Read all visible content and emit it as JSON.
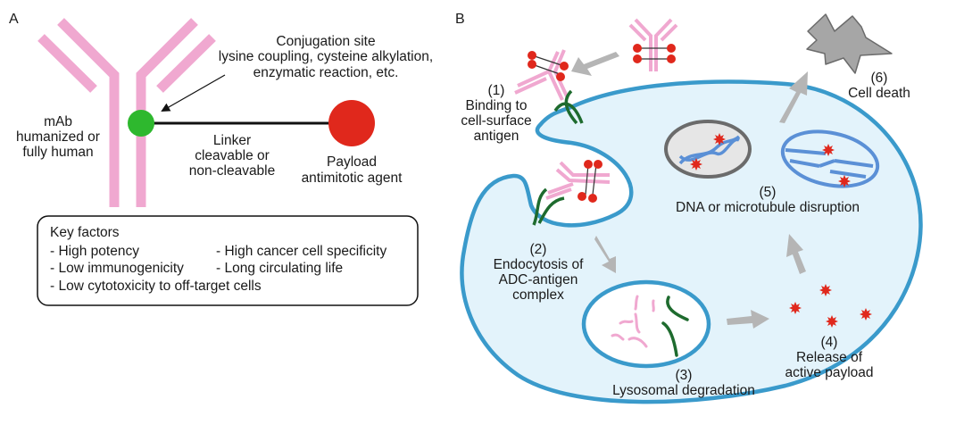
{
  "panel_a": {
    "label": "A",
    "conjugation": {
      "title": "Conjugation site",
      "line1": "lysine coupling, cysteine alkylation,",
      "line2": "enzymatic reaction, etc."
    },
    "mab": {
      "line1": "mAb",
      "line2": "humanized or",
      "line3": "fully human"
    },
    "linker": {
      "line1": "Linker",
      "line2": "cleavable or",
      "line3": "non-cleavable"
    },
    "payload": {
      "line1": "Payload",
      "line2": "antimitotic agent"
    },
    "key_factors": {
      "title": "Key factors",
      "items": [
        "- High potency",
        "- High cancer cell specificity",
        "- Low immunogenicity",
        "- Long circulating life",
        "- Low cytotoxicity to off-target cells"
      ]
    }
  },
  "panel_b": {
    "label": "B",
    "steps": [
      {
        "num": "(1)",
        "lines": [
          "Binding to",
          "cell-surface",
          "antigen"
        ]
      },
      {
        "num": "(2)",
        "lines": [
          "Endocytosis of",
          "ADC-antigen",
          "complex"
        ]
      },
      {
        "num": "(3)",
        "lines": [
          "Lysosomal degradation"
        ]
      },
      {
        "num": "(4)",
        "lines": [
          "Release of",
          "active payload"
        ]
      },
      {
        "num": "(5)",
        "lines": [
          "DNA or microtubule disruption"
        ]
      },
      {
        "num": "(6)",
        "lines": [
          "Cell death"
        ]
      }
    ]
  },
  "colors": {
    "antibody": "#f0a8d0",
    "conjugation_site": "#2eb82e",
    "payload": "#e0281c",
    "cell_membrane": "#3a9acb",
    "cytoplasm": "#e3f3fb",
    "antigen": "#1e6b2e",
    "arrow": "#b5b5b5",
    "dead_cell": "#a6a6a6",
    "dna": "#5b90d6"
  }
}
